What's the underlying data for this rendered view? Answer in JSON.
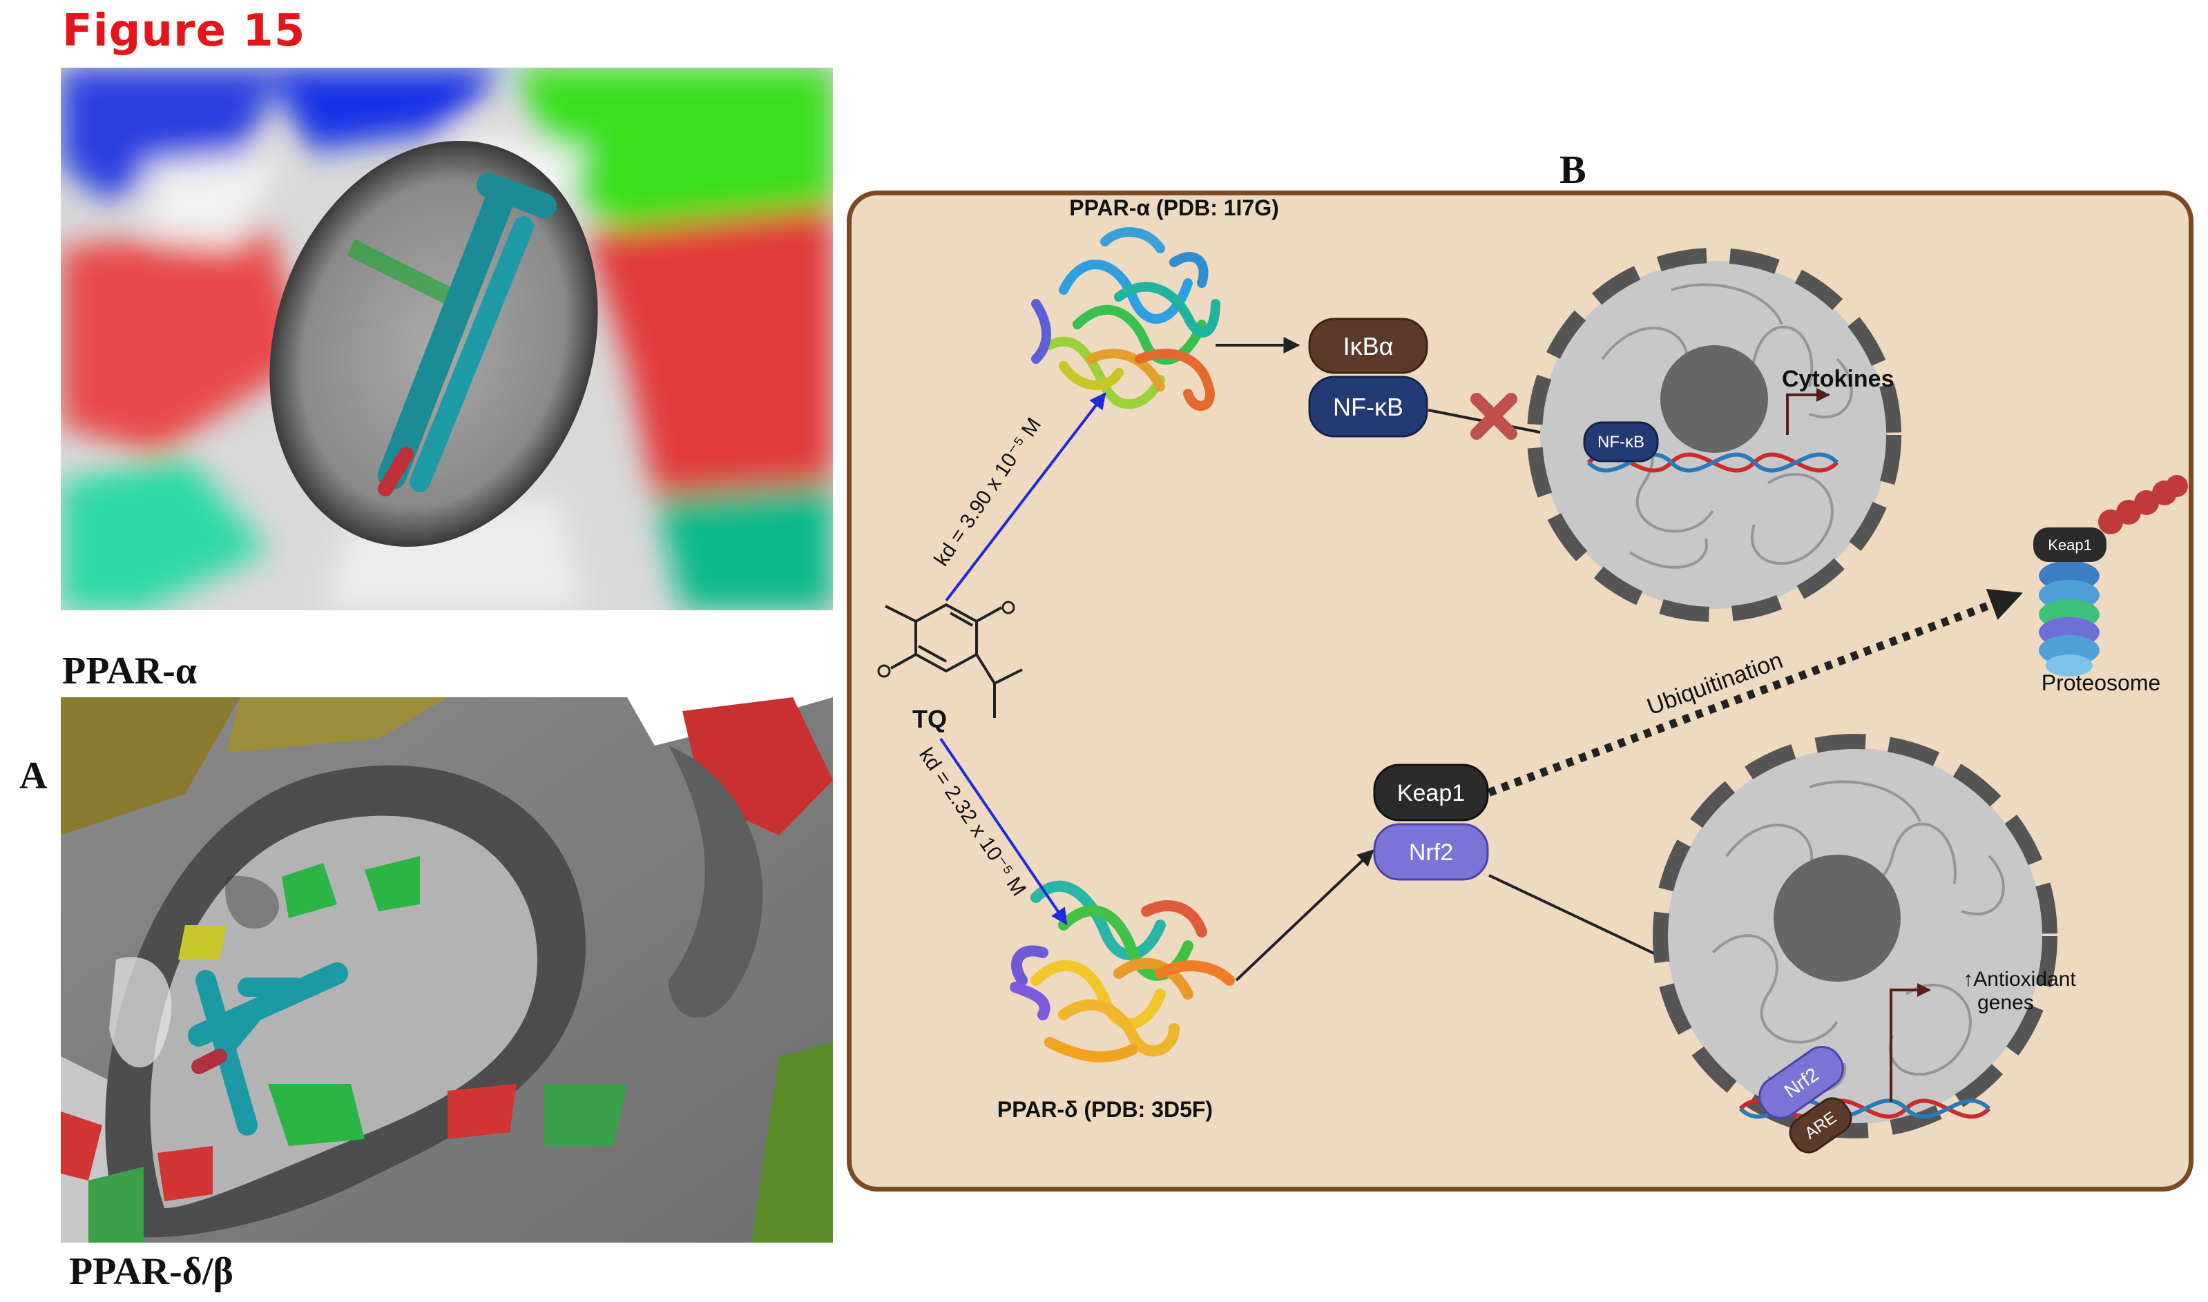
{
  "figure": {
    "title": "Figure 15",
    "panel_a_label": "A",
    "panel_b_label": "B"
  },
  "panel_a": {
    "top_caption": "PPAR-α",
    "bottom_caption": "PPAR-δ/β"
  },
  "panel_b": {
    "ppar_alpha_title": "PPAR-α (PDB: 1I7G)",
    "ppar_delta_title": "PPAR-δ (PDB: 3D5F)",
    "ligand_label": "TQ",
    "kd_alpha": "kd = 3.90 x 10⁻⁵ M",
    "kd_delta": "kd = 2.32 x 10⁻⁵ M",
    "ikba_label": "IκBα",
    "nfkb_label": "NF-κB",
    "nfkb_dna_label": "NF-κB",
    "cytokines_label": "Cytokines",
    "keap1_label": "Keap1",
    "nrf2_label": "Nrf2",
    "ubiquitination_label": "Ubiquitination",
    "keap1_small_label": "Keap1",
    "proteosome_label": "Proteosome",
    "antioxidant_line1": "↑Antioxidant",
    "antioxidant_line2": "genes",
    "nrf2_dna_label": "Nrf2",
    "are_label": "ARE"
  },
  "colors": {
    "figure_title": "#e8141b",
    "panel_background": "#eedac0",
    "panel_border": "#7b4a23",
    "ikba": "#5b3a29",
    "nfkb": "#243a75",
    "keap1": "#2b2b2b",
    "nrf2": "#7b73d6",
    "inhibition_cross": "#c0504d",
    "blue_arrow": "#1e2bdc",
    "nucleus": "#c8c8c8",
    "nucleolus": "#666666",
    "dna_red": "#cc2b2b",
    "dna_blue": "#2a7ab8",
    "ubiquitin": "#c0393b"
  }
}
